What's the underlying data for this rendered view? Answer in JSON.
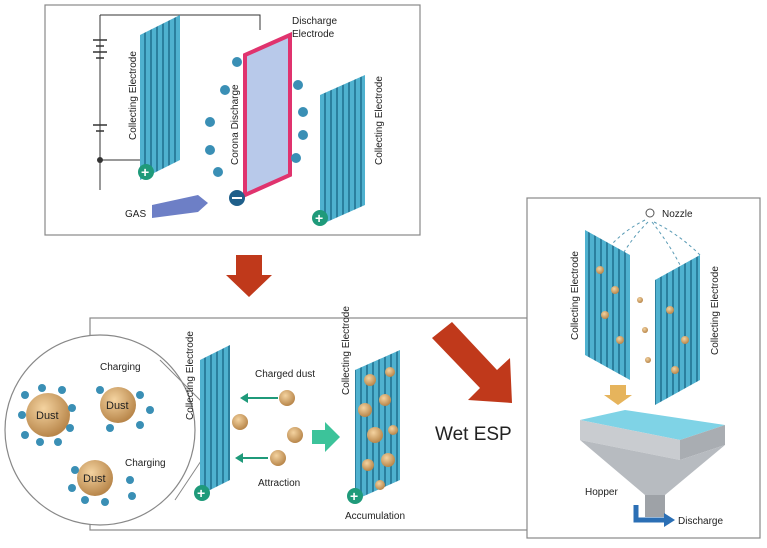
{
  "top_panel": {
    "discharge_electrode_line1": "Discharge",
    "discharge_electrode_line2": "Electrode",
    "collecting_electrode_left": "Collecting Electrode",
    "collecting_electrode_right": "Collecting Electrode",
    "corona_discharge": "Corona Discharge",
    "gas": "GAS"
  },
  "bottom_panel": {
    "dust": "Dust",
    "charging_1": "Charging",
    "charging_2": "Charging",
    "collecting_electrode_1": "Collecting Electrode",
    "collecting_electrode_2": "Collecting Electrode",
    "charged_dust": "Charged dust",
    "attraction": "Attraction",
    "accumulation": "Accumulation"
  },
  "wet_esp_label": "Wet ESP",
  "right_panel": {
    "nozzle": "Nozzle",
    "collecting_electrode_left": "Collecting Electrode",
    "collecting_electrode_right": "Collecting Electrode",
    "hopper": "Hopper",
    "discharge": "Discharge"
  },
  "colors": {
    "electrode": "#3fa3c4",
    "discharge_frame": "#e0336e",
    "arrow_red": "#c0391b",
    "dust": "#d9a86a",
    "ion": "#3a8fb5",
    "water": "#7fd3e6"
  }
}
